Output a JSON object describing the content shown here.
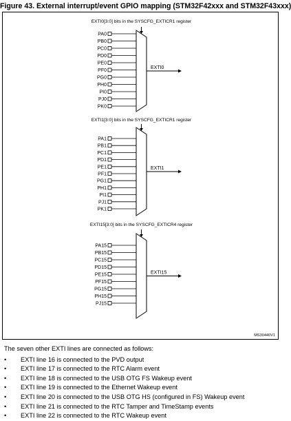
{
  "figure": {
    "title": "Figure 43. External interrupt/event GPIO mapping (STM32F42xxx and STM32F43xxx)",
    "code": "MS30440V1"
  },
  "muxes": [
    {
      "control_label": "EXTI0[3:0] bits in the SYSCFG_EXTICR1 register",
      "output_label": "EXTI0",
      "inputs": [
        "PA0",
        "PB0",
        "PC0",
        "PD0",
        "PE0",
        "PF0",
        "PG0",
        "PH0",
        "PI0",
        "PJ0",
        "PK0"
      ]
    },
    {
      "control_label": "EXTI1[3:0] bits in the SYSCFG_EXTICR1 register",
      "output_label": "EXTI1",
      "inputs": [
        "PA1",
        "PB1",
        "PC1",
        "PD1",
        "PE1",
        "PF1",
        "PG1",
        "PH1",
        "PI1",
        "PJ1",
        "PK1"
      ]
    },
    {
      "control_label": "EXTI15[3:0] bits in the SYSCFG_EXTICR4 register",
      "output_label": "EXTI15",
      "inputs": [
        "PA15",
        "PB15",
        "PC15",
        "PD15",
        "PE15",
        "PF15",
        "PG15",
        "PH15",
        "PJ15"
      ]
    }
  ],
  "notes": {
    "intro": "The seven other EXTI lines are connected as follows:",
    "bullet": "•",
    "items": [
      "EXTI line 16 is connected to the PVD output",
      "EXTI line 17 is connected to the RTC Alarm event",
      "EXTI line 18 is connected to the USB OTG FS Wakeup event",
      "EXTI line 19 is connected to the Ethernet Wakeup event",
      "EXTI line 20 is connected to the USB OTG HS (configured in FS) Wakeup event",
      "EXTI line 21 is connected to the RTC Tamper and TimeStamp events",
      "EXTI line 22 is connected to the RTC Wakeup event"
    ]
  }
}
